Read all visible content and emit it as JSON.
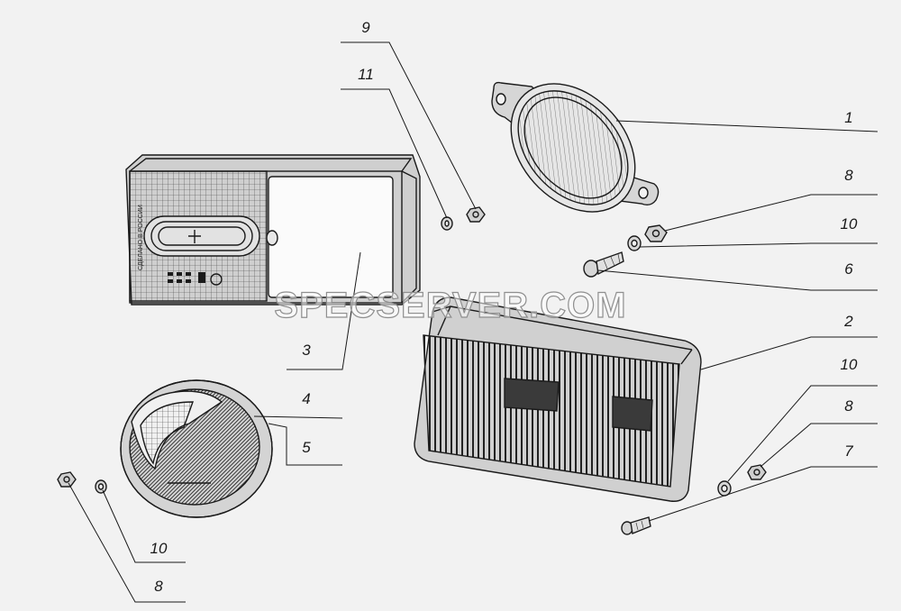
{
  "watermark": "SPECSERVER.COM",
  "lamp_marking": "СДЕЛАНО В РОССИИ",
  "callouts": [
    {
      "id": "c9a",
      "label": "9"
    },
    {
      "id": "c11",
      "label": "11"
    },
    {
      "id": "c1",
      "label": "1"
    },
    {
      "id": "c8a",
      "label": "8"
    },
    {
      "id": "c10a",
      "label": "10"
    },
    {
      "id": "c6",
      "label": "6"
    },
    {
      "id": "c2",
      "label": "2"
    },
    {
      "id": "c3",
      "label": "3"
    },
    {
      "id": "c4",
      "label": "4"
    },
    {
      "id": "c5",
      "label": "5"
    },
    {
      "id": "c10b",
      "label": "10"
    },
    {
      "id": "c8b",
      "label": "8"
    },
    {
      "id": "c7",
      "label": "7"
    },
    {
      "id": "c10c",
      "label": "10"
    },
    {
      "id": "c8c",
      "label": "8"
    }
  ],
  "colors": {
    "ink": "#1a1a1a",
    "paper": "#f2f2f2",
    "watermark_outline": "#8f8f8f"
  }
}
